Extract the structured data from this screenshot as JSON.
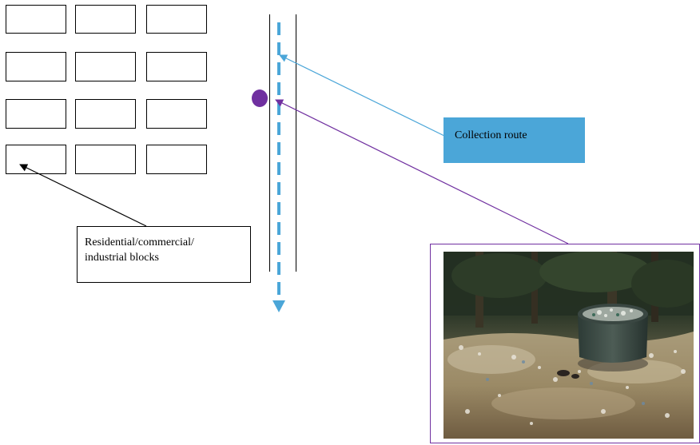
{
  "labels": {
    "blocks_line1": "Residential/commercial/",
    "blocks_line2": "industrial blocks",
    "collection_route": "Collection route"
  },
  "colors": {
    "route_dash": "#4ba6d8",
    "route_label_bg": "#4ba6d8",
    "collection_point": "#7030a0",
    "photo_frame": "#7030a0",
    "block_outline": "#000000",
    "road_edge": "#000000"
  },
  "icons": {
    "collection_point": "purple-dot-icon",
    "route_direction": "arrow-down-icon"
  },
  "blocks": {
    "rows": 4,
    "columns": 3
  },
  "photo": {
    "subject": "waste-collection-bin-photo"
  }
}
